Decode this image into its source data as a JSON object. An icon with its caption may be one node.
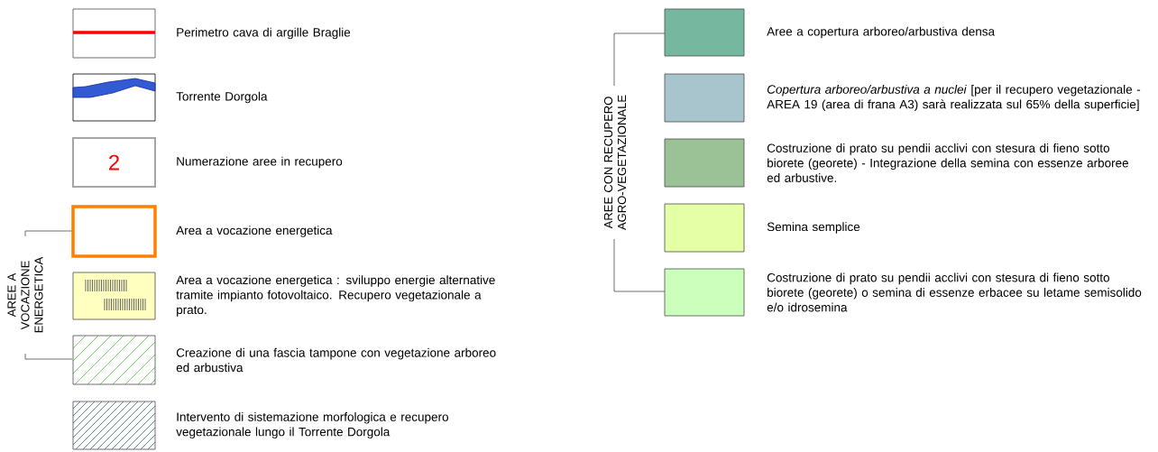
{
  "diagram": {
    "labels": [
      "2",
      "AREE A VOCAZIONE ENERGETICA",
      "AREE CON RECUPERO AGRO-VEGETAZIONALE"
    ],
    "legend": [
      {
        "text": "Perimetro cava di argille Braglie"
      },
      {
        "text": "Torrente Dorgola"
      },
      {
        "text": "Numerazione aree in recupero"
      },
      {
        "text": "Area a vocazione energetica"
      },
      {
        "text": "Area a vocazione energetica : sviluppo energie alternative tramite impianto fotovoltaico. Recupero vegetazionale a prato."
      },
      {
        "text": "Creazione di una fascia tampone con vegetazione arboreo ed arbustiva"
      },
      {
        "text": "Intervento di sistemazione morfologica e recupero vegetazionale lungo il Torrente Dorgola"
      },
      {
        "text": "Aree a copertura arboreo/arbustiva densa",
        "color": "#76b7a0"
      },
      {
        "text": "*Copertura arboreo/arbustiva a nuclei* [per il recupero vegetazionale - AREA 19 (area di frana A3) sarà realizzata sul 65% della superficie]",
        "color": "#a8c4cc"
      },
      {
        "text": "Costruzione di prato su pendii acclivi con stesura di fieno sotto biorete (georete) - Integrazione della semina con essenze arboree ed arbustive.",
        "color": "#9bc196"
      },
      {
        "text": "Semina semplice",
        "color": "#e5ffa6"
      },
      {
        "text": "Costruzione di prato su pendii acclivi con stesura di fieno sotto biorete (georete) o semina di essenze erbacee su letame semisolido e/o idrosemina",
        "color": "#ccffbb"
      }
    ]
  }
}
